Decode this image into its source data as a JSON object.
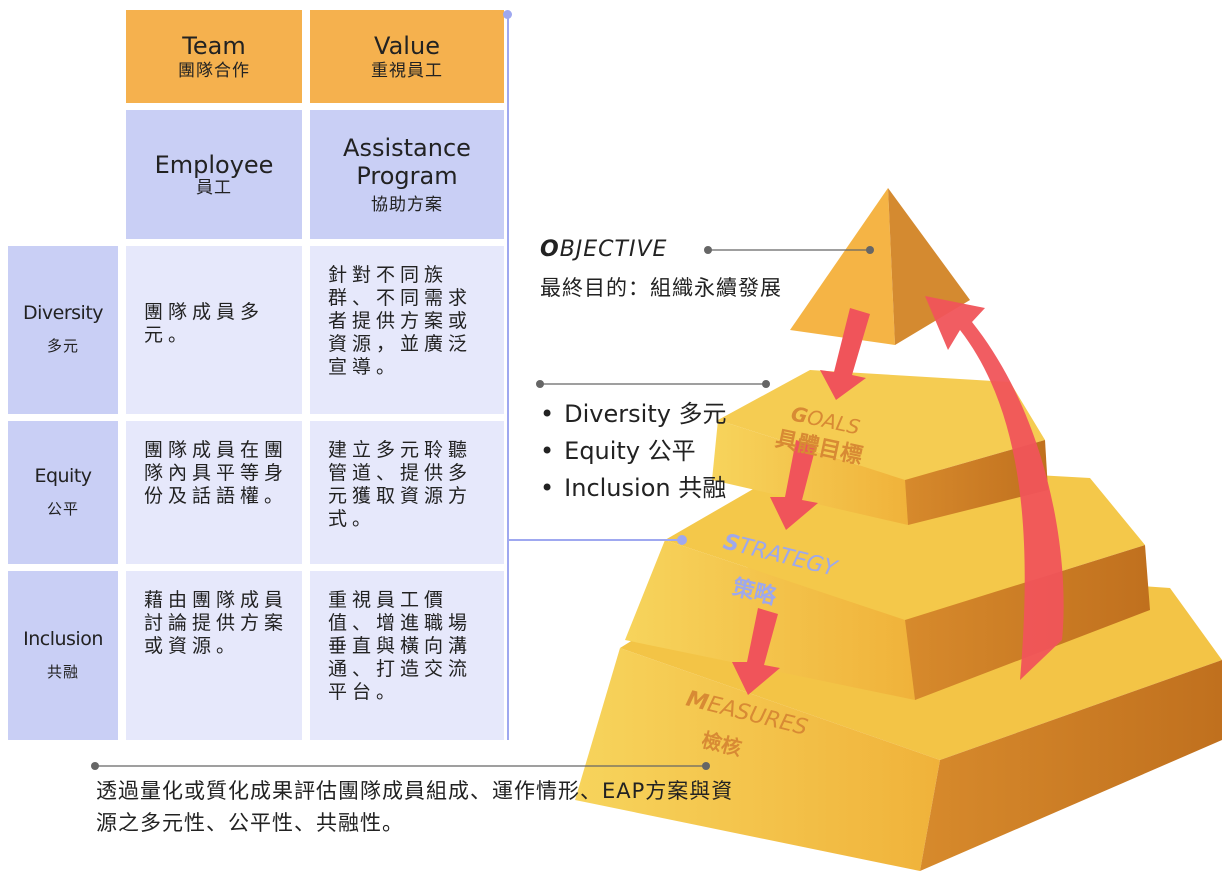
{
  "header": {
    "team": {
      "en": "Team",
      "zh": "團隊合作"
    },
    "value": {
      "en": "Value",
      "zh": "重視員工"
    },
    "employee": {
      "en": "Employee",
      "zh": "員工"
    },
    "assistance": {
      "en_line1": "Assistance",
      "en_line2": "Program",
      "zh": "協助方案"
    }
  },
  "rows": [
    {
      "label_en": "Diversity",
      "label_zh": "多元",
      "col1": "團隊成員多元。",
      "col2": "針對不同族群、不同需求者提供方案或資源，並廣泛宣導。"
    },
    {
      "label_en": "Equity",
      "label_zh": "公平",
      "col1": "團隊成員在團隊內具平等身份及話語權。",
      "col2": "建立多元聆聽管道、提供多元獲取資源方式。"
    },
    {
      "label_en": "Inclusion",
      "label_zh": "共融",
      "col1": "藉由團隊成員討論提供方案或資源。",
      "col2": "重視員工價值、增進職場垂直與橫向溝通、打造交流平台。"
    }
  ],
  "pyramid": {
    "objective": {
      "first": "O",
      "rest": "BJECTIVE",
      "desc": "最終目的：組織永續發展"
    },
    "goals": {
      "first": "G",
      "rest": "OALS",
      "zh": "具體目標",
      "items": [
        "Diversity 多元",
        "Equity 公平",
        "Inclusion 共融"
      ]
    },
    "strategy": {
      "first": "S",
      "rest": "TRATEGY",
      "zh": "策略"
    },
    "measures": {
      "first": "M",
      "rest": "EASURES",
      "zh": "檢核"
    }
  },
  "measures_note": "透過量化或質化成果評估團隊成員組成、運作情形、EAP方案與資源之多元性、公平性、共融性。",
  "colors": {
    "orange_header": "#f5b14e",
    "blue_header": "#c9cff5",
    "light_cell": "#e6e8fb",
    "arrow": "#f0545a",
    "pyramid_gold": "#f2b83a"
  }
}
